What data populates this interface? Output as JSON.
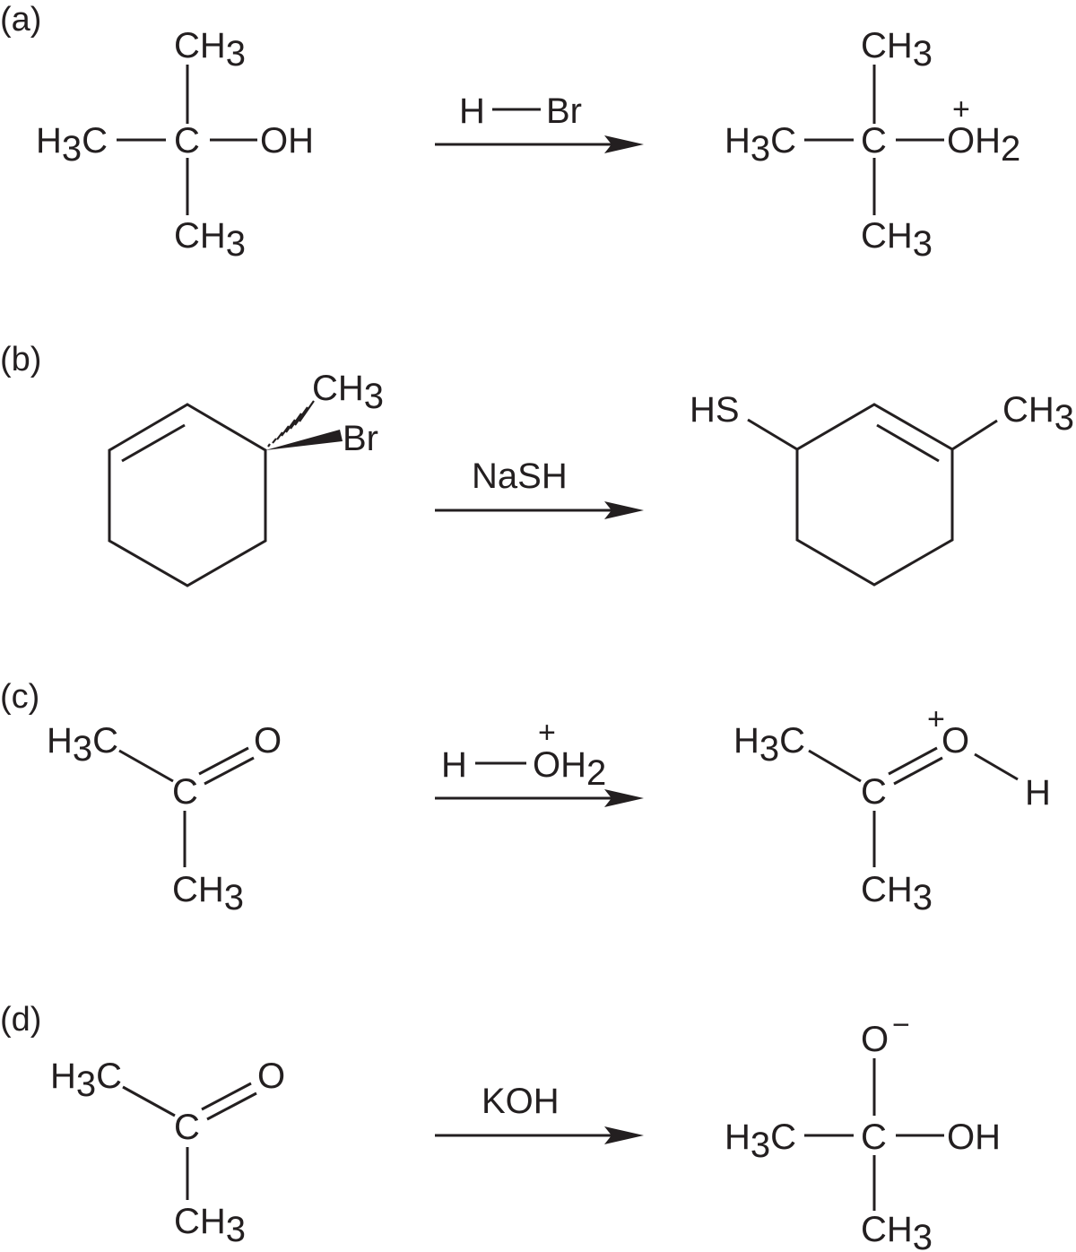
{
  "panels": {
    "a": {
      "label": "(a)",
      "reagent": {
        "h": "H",
        "br": "Br"
      },
      "reactant": {
        "h3c_h": "H",
        "h3c_3": "3",
        "h3c_c": "C",
        "c": "C",
        "oh": "OH",
        "ch3_top": "CH",
        "ch3_top_3": "3",
        "ch3_bot": "CH",
        "ch3_bot_3": "3"
      },
      "product": {
        "h3c_h": "H",
        "h3c_3": "3",
        "h3c_c": "C",
        "c": "C",
        "o": "O",
        "h2": "H",
        "h2_2": "2",
        "plus": "+",
        "ch3_top": "CH",
        "ch3_top_3": "3",
        "ch3_bot": "CH",
        "ch3_bot_3": "3"
      }
    },
    "b": {
      "label": "(b)",
      "reagent": "NaSH",
      "reactant": {
        "ch3": "CH",
        "ch3_3": "3",
        "br": "Br"
      },
      "product": {
        "hs": "HS",
        "ch3": "CH",
        "ch3_3": "3"
      }
    },
    "c": {
      "label": "(c)",
      "reagent": {
        "h": "H",
        "o": "O",
        "h2": "H",
        "h2_2": "2",
        "plus": "+"
      },
      "reactant": {
        "h3c_h": "H",
        "h3c_3": "3",
        "h3c_c": "C",
        "c": "C",
        "o": "O",
        "ch3": "CH",
        "ch3_3": "3"
      },
      "product": {
        "h3c_h": "H",
        "h3c_3": "3",
        "h3c_c": "C",
        "c": "C",
        "o": "O",
        "plus": "+",
        "h": "H",
        "ch3": "CH",
        "ch3_3": "3"
      }
    },
    "d": {
      "label": "(d)",
      "reagent": "KOH",
      "reactant": {
        "h3c_h": "H",
        "h3c_3": "3",
        "h3c_c": "C",
        "c": "C",
        "o": "O",
        "ch3": "CH",
        "ch3_3": "3"
      },
      "product": {
        "o": "O",
        "minus": "−",
        "h3c_h": "H",
        "h3c_3": "3",
        "h3c_c": "C",
        "c": "C",
        "oh": "OH",
        "ch3": "CH",
        "ch3_3": "3"
      }
    }
  }
}
